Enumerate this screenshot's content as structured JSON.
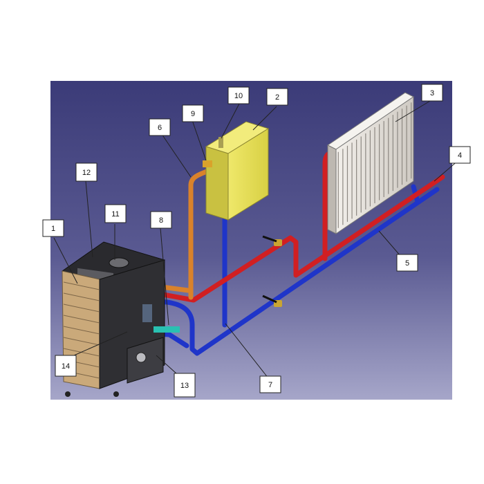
{
  "callouts": [
    {
      "id": "c1",
      "label": "1"
    },
    {
      "id": "c2",
      "label": "2"
    },
    {
      "id": "c3",
      "label": "3"
    },
    {
      "id": "c4",
      "label": "4"
    },
    {
      "id": "c5",
      "label": "5"
    },
    {
      "id": "c6",
      "label": "6"
    },
    {
      "id": "c7",
      "label": "7"
    },
    {
      "id": "c8",
      "label": "8"
    },
    {
      "id": "c9",
      "label": "9"
    },
    {
      "id": "c10",
      "label": "10"
    },
    {
      "id": "c11",
      "label": "11"
    },
    {
      "id": "c12",
      "label": "12"
    },
    {
      "id": "c13",
      "label": "13"
    },
    {
      "id": "c14",
      "label": "14"
    }
  ],
  "colors": {
    "background_top": "#3b3b78",
    "background_bottom": "#a6a6c9",
    "supply_pipe": "#d11f22",
    "return_pipe": "#1f35c9",
    "feed_pipe": "#d9822b",
    "tank": "#e6df55",
    "boiler_front": "#caa97a",
    "boiler_body": "#2f2f33",
    "radiator": "#e7e3de"
  }
}
